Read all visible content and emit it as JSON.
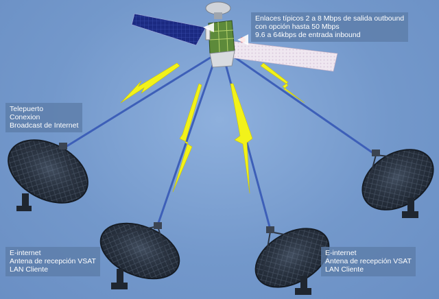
{
  "satellite_note": {
    "line1": "Enlaces típicos 2 a 8 Mbps de salida outbound",
    "line2": "con opción hasta 50 Mbps",
    "line3": "9.6 a 64kbps de entrada inbound"
  },
  "teleport_note": {
    "line1": "Telepuerto",
    "line2": "Conexion",
    "line3": "Broadcast de Internet"
  },
  "client_left_note": {
    "line1": "E-internet",
    "line2": "Antena de recepción VSAT",
    "line3": "LAN Cliente"
  },
  "client_right_note": {
    "line1": "E-internet",
    "line2": "Antena de recepción VSAT",
    "line3": "LAN Cliente"
  },
  "colors": {
    "background": "#7398cb",
    "beam": "#3d5fb8",
    "lightning": "#f2f21a",
    "label_box": "#5c7ca8",
    "dish": "#1c2430"
  },
  "icons": [
    "satellite-icon",
    "dish-antenna-icon",
    "lightning-bolt-icon",
    "arrow-left-icon"
  ]
}
